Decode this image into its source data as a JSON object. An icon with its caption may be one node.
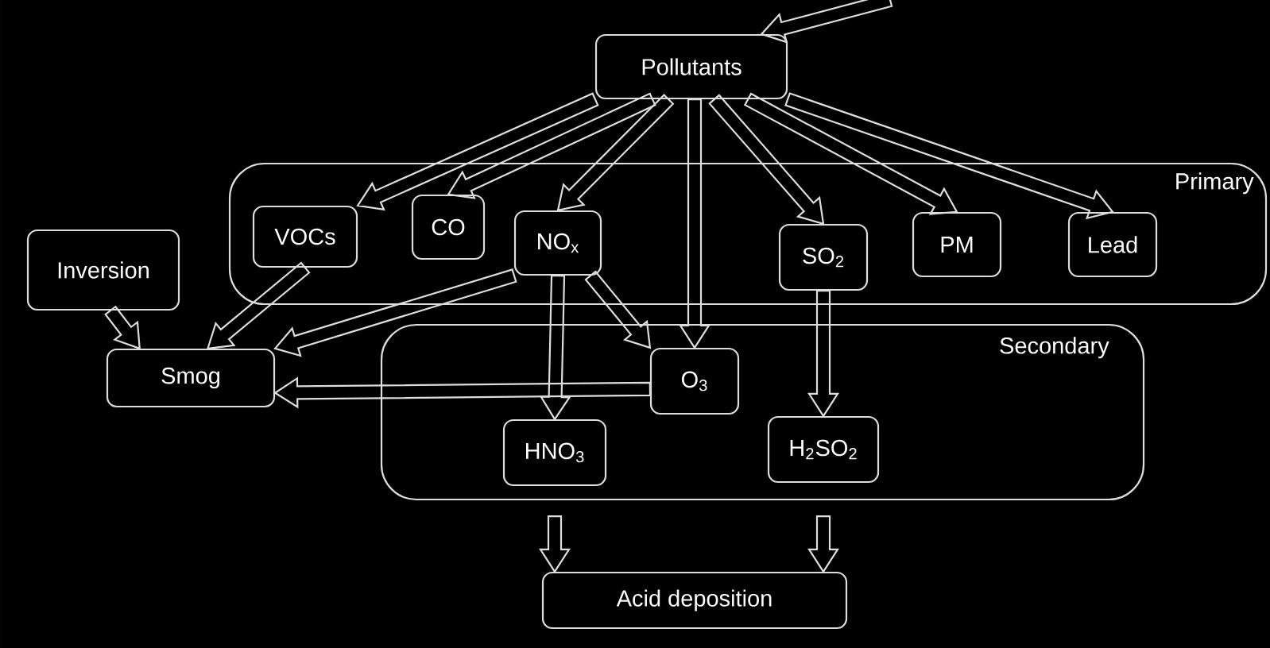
{
  "diagram": {
    "nodes": [
      {
        "text": [
          "Pollutants"
        ]
      },
      {
        "text": [
          "Primary"
        ]
      },
      {
        "text": [
          "VOCs"
        ],
        "in": 1
      },
      {
        "text": [
          "CO"
        ],
        "in": 1
      },
      {
        "text": [
          "NO$_{x}$"
        ],
        "in": 1
      },
      {
        "text": [
          "SO$_{2}$"
        ],
        "in": 1
      },
      {
        "text": [
          "PM"
        ],
        "in": 1
      },
      {
        "text": [
          "Lead"
        ],
        "in": 1
      },
      {
        "text": [
          "Inversion"
        ]
      },
      {
        "text": [
          "Smog"
        ]
      },
      {
        "text": [
          "Secondary"
        ]
      },
      {
        "text": [
          "O$_{3}$"
        ],
        "in": 10
      },
      {
        "text": [
          "HNO$_{3}$"
        ],
        "in": 10
      },
      {
        "text": [
          "H$_{2}$SO$_{2}$"
        ],
        "in": 10
      },
      {
        "text": [
          "Acid deposition"
        ]
      }
    ],
    "edges": [
      {
        "from": null,
        "to": 0,
        "arrow": "to"
      },
      {
        "from": 0,
        "to": 2,
        "arrow": "to"
      },
      {
        "from": 0,
        "to": 3,
        "arrow": "to"
      },
      {
        "from": 0,
        "to": 4,
        "arrow": "to"
      },
      {
        "from": 0,
        "to": 11,
        "arrow": "to"
      },
      {
        "from": 0,
        "to": 5,
        "arrow": "to"
      },
      {
        "from": 0,
        "to": 6,
        "arrow": "to"
      },
      {
        "from": 0,
        "to": 7,
        "arrow": "to"
      },
      {
        "from": 8,
        "to": 9,
        "arrow": "to"
      },
      {
        "from": 2,
        "to": 9,
        "arrow": "to"
      },
      {
        "from": 4,
        "to": 9,
        "arrow": "to"
      },
      {
        "from": 11,
        "to": 9,
        "arrow": "to"
      },
      {
        "from": 4,
        "to": 12,
        "arrow": "to"
      },
      {
        "from": 4,
        "to": 11,
        "arrow": "to"
      },
      {
        "from": 5,
        "to": 13,
        "arrow": "to"
      },
      {
        "from": 12,
        "to": 14,
        "arrow": "to"
      },
      {
        "from": 13,
        "to": 14,
        "arrow": "to"
      }
    ]
  }
}
